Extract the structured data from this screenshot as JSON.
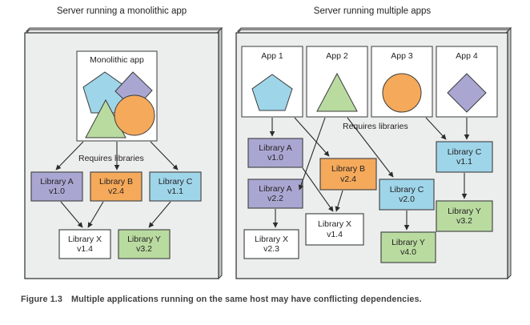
{
  "figure": {
    "number": "Figure 1.3",
    "caption": "Multiple applications running on the same host may have conflicting dependencies."
  },
  "colors": {
    "purple": "#a9a7d2",
    "orange": "#f5a95a",
    "blue": "#9ed5e9",
    "green": "#b9dba0",
    "white": "#ffffff",
    "server_fill": "#eceded",
    "stroke": "#3b3b3b"
  },
  "panels": [
    {
      "id": "monolithic",
      "title": "Server running a monolithic app",
      "app_group": {
        "label": "Monolithic app",
        "shapes": [
          {
            "name": "pentagon-shape",
            "color": "#9ed5e9"
          },
          {
            "name": "diamond-shape",
            "color": "#a9a7d2"
          },
          {
            "name": "triangle-shape",
            "color": "#b9dba0"
          },
          {
            "name": "circle-shape",
            "color": "#f5a95a"
          }
        ]
      },
      "requires_label": "Requires libraries",
      "libraries": [
        {
          "name": "Library A",
          "version": "v1.0",
          "color": "#a9a7d2"
        },
        {
          "name": "Library B",
          "version": "v2.4",
          "color": "#f5a95a"
        },
        {
          "name": "Library C",
          "version": "v1.1",
          "color": "#9ed5e9"
        },
        {
          "name": "Library X",
          "version": "v1.4",
          "color": "#ffffff"
        },
        {
          "name": "Library Y",
          "version": "v3.2",
          "color": "#b9dba0"
        }
      ]
    },
    {
      "id": "multiple",
      "title": "Server running multiple apps",
      "apps": [
        {
          "label": "App 1",
          "shape": "pentagon-shape",
          "color": "#9ed5e9"
        },
        {
          "label": "App 2",
          "shape": "triangle-shape",
          "color": "#b9dba0"
        },
        {
          "label": "App 3",
          "shape": "circle-shape",
          "color": "#f5a95a"
        },
        {
          "label": "App 4",
          "shape": "diamond-shape",
          "color": "#a9a7d2"
        }
      ],
      "requires_label": "Requires libraries",
      "libraries": [
        {
          "name": "Library A",
          "version": "v1.0",
          "color": "#a9a7d2"
        },
        {
          "name": "Library A",
          "version": "v2.2",
          "color": "#a9a7d2"
        },
        {
          "name": "Library B",
          "version": "v2.4",
          "color": "#f5a95a"
        },
        {
          "name": "Library C",
          "version": "v1.1",
          "color": "#9ed5e9"
        },
        {
          "name": "Library C",
          "version": "v2.0",
          "color": "#9ed5e9"
        },
        {
          "name": "Library X",
          "version": "v1.4",
          "color": "#ffffff"
        },
        {
          "name": "Library X",
          "version": "v2.3",
          "color": "#ffffff"
        },
        {
          "name": "Library Y",
          "version": "v3.2",
          "color": "#b9dba0"
        },
        {
          "name": "Library Y",
          "version": "v4.0",
          "color": "#b9dba0"
        }
      ]
    }
  ]
}
